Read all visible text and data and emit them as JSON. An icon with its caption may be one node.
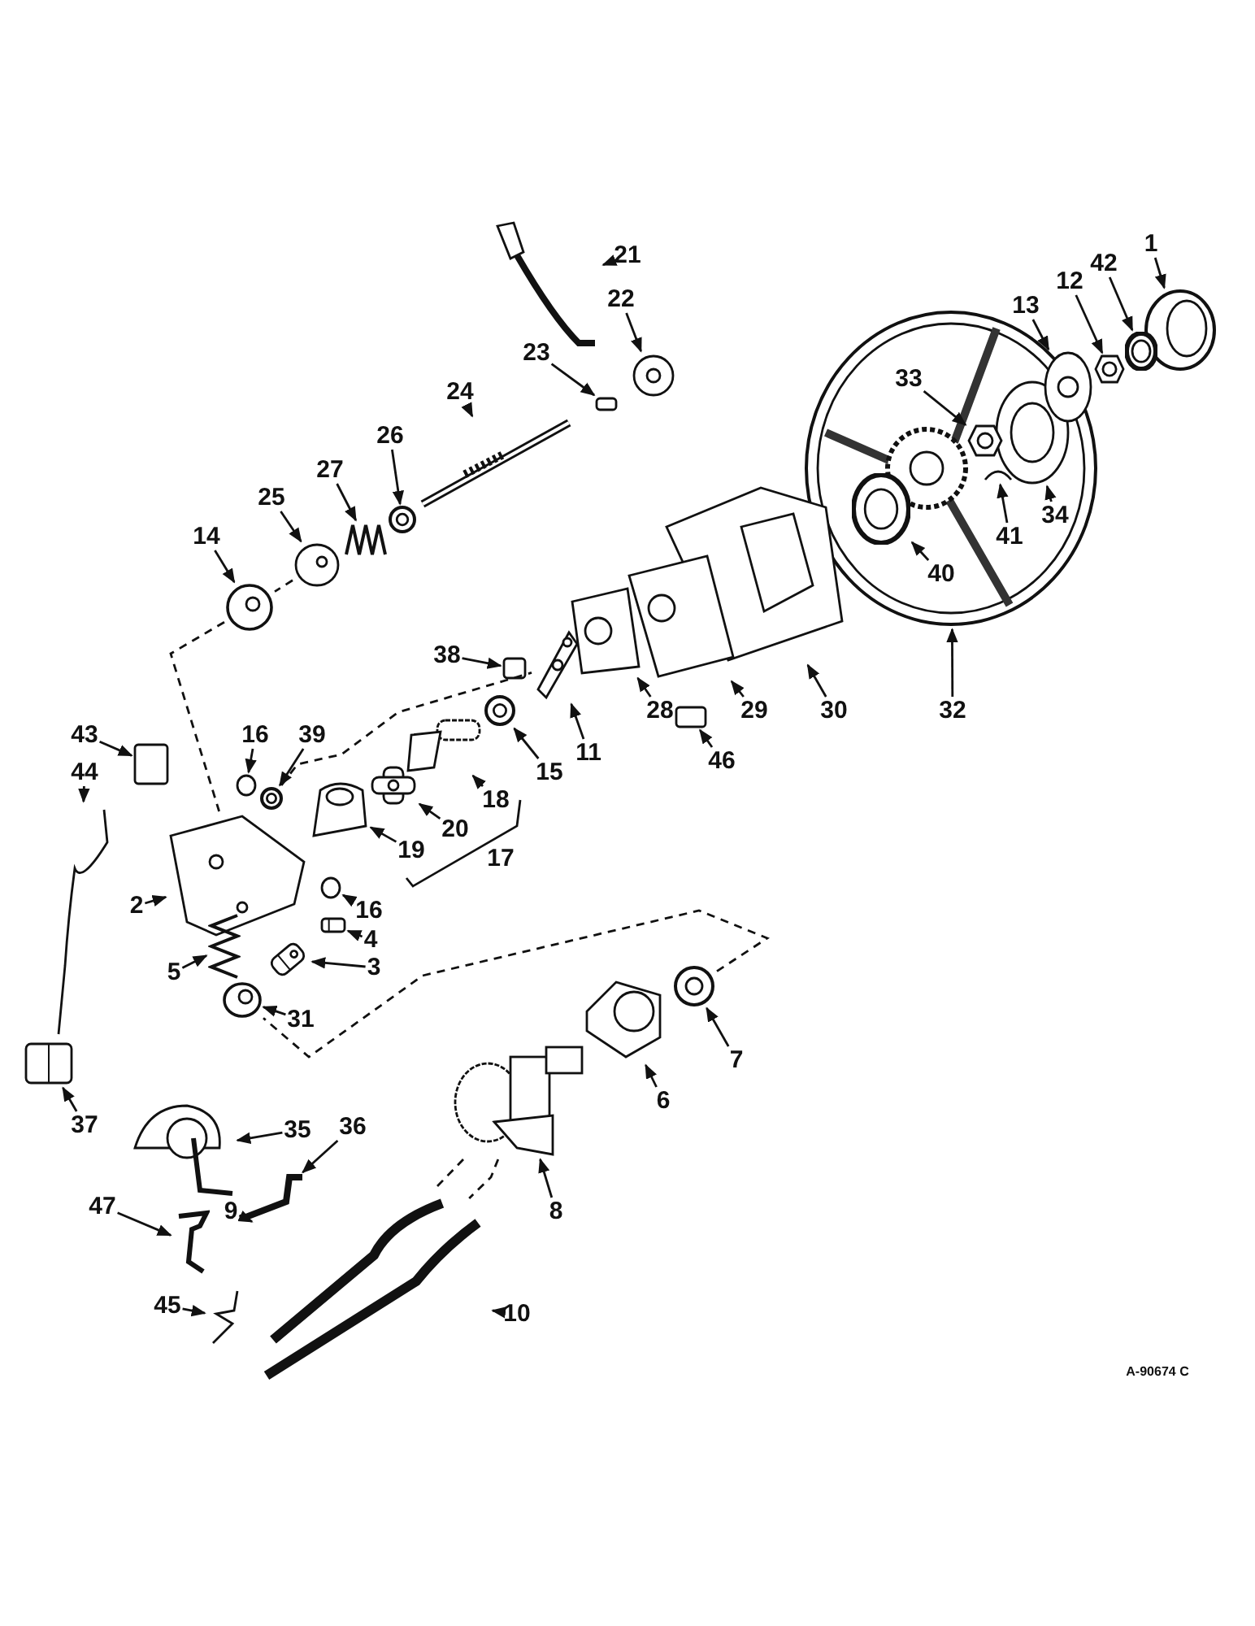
{
  "diagram": {
    "nodes": [
      {
        "text": [
          "32"
        ]
      },
      {
        "text": [],
        "shape": "picture"
      },
      {
        "text": [
          "34"
        ],
        "in": 1
      },
      {
        "text": [],
        "shape": "picture",
        "in": 1
      },
      {
        "text": [
          "33"
        ],
        "in": 1
      },
      {
        "text": [],
        "shape": "picture",
        "in": 1
      },
      {
        "text": [
          "41"
        ],
        "in": 1
      },
      {
        "text": [],
        "shape": "picture",
        "in": 1
      },
      {
        "text": [
          "40"
        ],
        "in": 1
      },
      {
        "text": [],
        "shape": "picture",
        "in": 1
      },
      {
        "text": [
          "1"
        ]
      },
      {
        "text": [],
        "shape": "picture"
      },
      {
        "text": [
          "42"
        ]
      },
      {
        "text": [],
        "shape": "picture"
      },
      {
        "text": [
          "12"
        ]
      },
      {
        "text": [],
        "shape": "picture"
      },
      {
        "text": [
          "13"
        ]
      },
      {
        "text": [],
        "shape": "picture",
        "in": 1
      },
      {
        "text": [
          "21"
        ]
      },
      {
        "text": [],
        "shape": "picture"
      },
      {
        "text": [
          "22"
        ]
      },
      {
        "text": [],
        "shape": "picture"
      },
      {
        "text": [
          "23"
        ]
      },
      {
        "text": [],
        "shape": "box"
      },
      {
        "text": [
          "24"
        ]
      },
      {
        "text": [],
        "shape": "picture"
      },
      {
        "text": [
          "26"
        ]
      },
      {
        "text": [],
        "shape": "picture"
      },
      {
        "text": [
          "27"
        ]
      },
      {
        "text": [],
        "shape": "picture"
      },
      {
        "text": [
          "25"
        ]
      },
      {
        "text": [],
        "shape": "picture"
      },
      {
        "text": [
          "14"
        ]
      },
      {
        "text": [],
        "shape": "picture"
      },
      {
        "text": [
          "30"
        ]
      },
      {
        "text": [],
        "shape": "picture"
      },
      {
        "text": [
          "29"
        ]
      },
      {
        "text": [],
        "shape": "picture"
      },
      {
        "text": [
          "28"
        ]
      },
      {
        "text": [],
        "shape": "picture"
      },
      {
        "text": [
          "46"
        ]
      },
      {
        "text": [],
        "shape": "box"
      },
      {
        "text": [
          "38"
        ]
      },
      {
        "text": [],
        "shape": "box"
      },
      {
        "text": [
          "11"
        ]
      },
      {
        "text": [],
        "shape": "picture"
      },
      {
        "text": [
          "15"
        ]
      },
      {
        "text": [],
        "shape": "picture"
      },
      {
        "text": [
          "18"
        ]
      },
      {
        "text": [],
        "shape": "picture"
      },
      {
        "text": [
          "20"
        ]
      },
      {
        "text": [],
        "shape": "picture"
      },
      {
        "text": [
          "19"
        ]
      },
      {
        "text": [],
        "shape": "picture"
      },
      {
        "text": [
          "43"
        ]
      },
      {
        "text": [],
        "shape": "box"
      },
      {
        "text": [
          "44"
        ]
      },
      {
        "text": [],
        "shape": "picture"
      },
      {
        "text": [
          "16"
        ]
      },
      {
        "text": [],
        "shape": "circle"
      },
      {
        "text": [
          "39"
        ]
      },
      {
        "text": [],
        "shape": "picture"
      },
      {
        "text": [
          "2"
        ]
      },
      {
        "text": [],
        "shape": "picture"
      },
      {
        "text": [
          "16"
        ]
      },
      {
        "text": [],
        "shape": "circle"
      },
      {
        "text": [
          "4"
        ]
      },
      {
        "text": [],
        "shape": "picture"
      },
      {
        "text": [
          "3"
        ]
      },
      {
        "text": [],
        "shape": "picture"
      },
      {
        "text": [
          "5"
        ]
      },
      {
        "text": [],
        "shape": "picture"
      },
      {
        "text": [
          "31"
        ]
      },
      {
        "text": [],
        "shape": "picture"
      },
      {
        "text": [
          "37"
        ]
      },
      {
        "text": [],
        "shape": "picture"
      },
      {
        "text": [
          "7"
        ]
      },
      {
        "text": [],
        "shape": "picture"
      },
      {
        "text": [
          "6"
        ]
      },
      {
        "text": [],
        "shape": "picture"
      },
      {
        "text": [
          "8"
        ]
      },
      {
        "text": [],
        "shape": "picture"
      },
      {
        "text": [
          "35"
        ]
      },
      {
        "text": [],
        "shape": "picture"
      },
      {
        "text": [
          "36"
        ]
      },
      {
        "text": [],
        "shape": "picture"
      },
      {
        "text": [
          "47"
        ]
      },
      {
        "text": [],
        "shape": "picture"
      },
      {
        "text": [
          "9"
        ]
      },
      {
        "text": [],
        "shape": "picture"
      },
      {
        "text": [
          "10"
        ]
      },
      {
        "text": [],
        "shape": "picture"
      },
      {
        "text": [
          "45"
        ]
      },
      {
        "text": [],
        "shape": "picture"
      }
    ],
    "edges": [
      {
        "from": 0,
        "to": 1,
        "arrow": "to"
      },
      {
        "from": 2,
        "to": 3,
        "arrow": "to"
      },
      {
        "from": 4,
        "to": 5,
        "arrow": "to"
      },
      {
        "from": 6,
        "to": 7,
        "arrow": "to"
      },
      {
        "from": 8,
        "to": 9,
        "arrow": "to"
      },
      {
        "from": 10,
        "to": 11,
        "arrow": "to"
      },
      {
        "from": 12,
        "to": 13,
        "arrow": "to"
      },
      {
        "from": 14,
        "to": 15,
        "arrow": "to"
      },
      {
        "from": 16,
        "to": 17,
        "arrow": "to"
      },
      {
        "from": 18,
        "to": 19,
        "arrow": "to"
      },
      {
        "from": 20,
        "to": 21,
        "arrow": "to"
      },
      {
        "from": 22,
        "to": 23,
        "arrow": "to"
      },
      {
        "from": 24,
        "to": 25,
        "arrow": "to"
      },
      {
        "from": 26,
        "to": 27,
        "arrow": "to"
      },
      {
        "from": 28,
        "to": 29,
        "arrow": "to"
      },
      {
        "from": 30,
        "to": 31,
        "arrow": "to"
      },
      {
        "from": 32,
        "to": 33,
        "arrow": "to"
      },
      {
        "from": 34,
        "to": 35,
        "arrow": "to"
      },
      {
        "from": 36,
        "to": 37,
        "arrow": "to"
      },
      {
        "from": 38,
        "to": 39,
        "arrow": "to"
      },
      {
        "from": 40,
        "to": 41,
        "arrow": "to"
      },
      {
        "from": 42,
        "to": 43,
        "arrow": "to"
      },
      {
        "from": 44,
        "to": 45,
        "arrow": "to"
      },
      {
        "from": 46,
        "to": 47,
        "arrow": "to"
      },
      {
        "from": 48,
        "to": 49,
        "arrow": "to"
      },
      {
        "from": 50,
        "to": 51,
        "arrow": "to"
      },
      {
        "from": 52,
        "to": 53,
        "arrow": "to"
      },
      {
        "from": 54,
        "to": 55,
        "arrow": "to"
      },
      {
        "from": 56,
        "to": 57,
        "arrow": "to"
      },
      {
        "from": 58,
        "to": 59,
        "arrow": "to"
      },
      {
        "from": 60,
        "to": 61,
        "arrow": "to"
      },
      {
        "from": 62,
        "to": 63,
        "arrow": "to"
      },
      {
        "from": 64,
        "to": 65,
        "arrow": "to"
      },
      {
        "from": 66,
        "to": 67,
        "arrow": "to"
      },
      {
        "from": 68,
        "to": 69,
        "arrow": "to"
      },
      {
        "from": 70,
        "to": 71,
        "arrow": "to"
      },
      {
        "from": 72,
        "to": 73,
        "arrow": "to"
      },
      {
        "from": 74,
        "to": 75,
        "arrow": "to"
      },
      {
        "from": 76,
        "to": 77,
        "arrow": "to"
      },
      {
        "from": 78,
        "to": 79,
        "arrow": "to"
      },
      {
        "from": 80,
        "to": 81,
        "arrow": "to"
      },
      {
        "from": 82,
        "to": 83,
        "arrow": "to"
      },
      {
        "from": 84,
        "to": 85,
        "arrow": "to"
      },
      {
        "from": 86,
        "to": 87,
        "arrow": "to"
      },
      {
        "from": 88,
        "to": 89,
        "arrow": "to"
      },
      {
        "from": 90,
        "to": 91,
        "arrow": "to"
      },
      {
        "from": 92,
        "to": 93,
        "arrow": "to"
      },
      {
        "from": 31,
        "to": 33,
        "arrow": "none",
        "style": "dashed"
      },
      {
        "from": 33,
        "to": 63,
        "arrow": "none",
        "style": "dashed"
      },
      {
        "from": 61,
        "to": 45,
        "arrow": "none",
        "style": "dashed"
      },
      {
        "from": 77,
        "to": 73,
        "arrow": "none",
        "style": "dashed"
      },
      {
        "from": 81,
        "to": 89,
        "arrow": "none",
        "style": "dashed"
      },
      {
        "from": 81,
        "to": 91,
        "arrow": "none",
        "style": "dashed"
      }
    ],
    "labels": [
      "17",
      "A-90674 C"
    ]
  }
}
